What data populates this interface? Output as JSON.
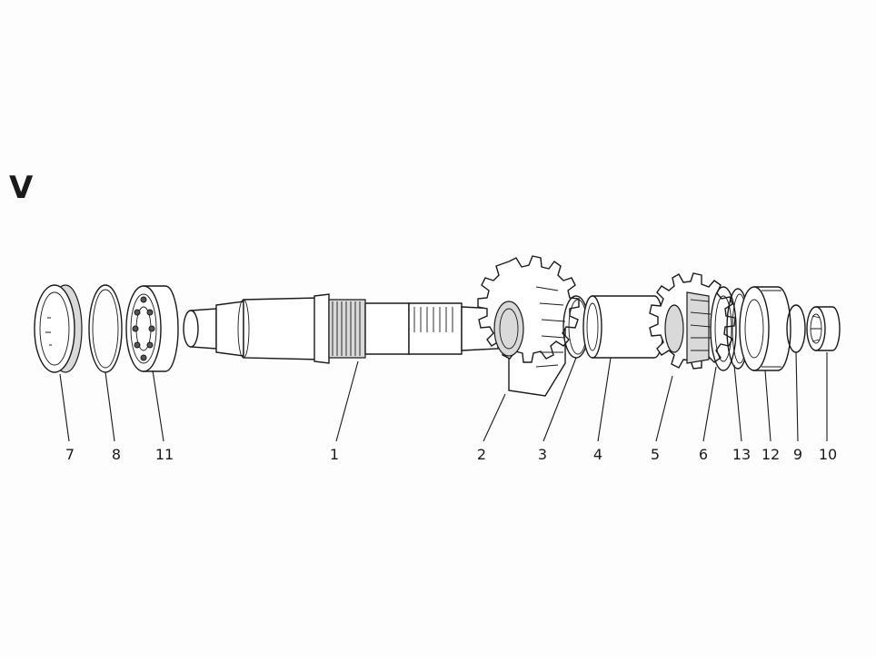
{
  "section_label": "V",
  "labels": [
    "7",
    "8",
    "11",
    "1",
    "2",
    "3",
    "4",
    "5",
    "6",
    "13",
    "12",
    "9",
    "10"
  ]
}
